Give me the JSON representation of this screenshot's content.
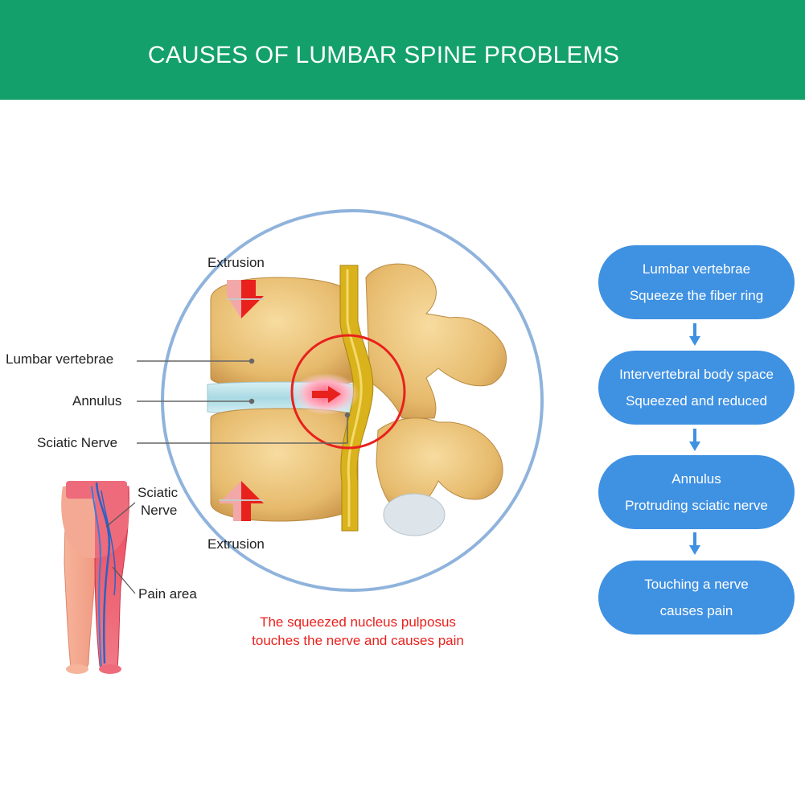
{
  "header": {
    "title": "CAUSES OF LUMBAR SPINE PROBLEMS"
  },
  "labels": {
    "extrusion_top": "Extrusion",
    "extrusion_bottom": "Extrusion",
    "lumbar_vertebrae": "Lumbar vertebrae",
    "annulus": "Annulus",
    "sciatic_nerve": "Sciatic Nerve",
    "body_sciatic_line1": "Sciatic",
    "body_sciatic_line2": "Nerve",
    "pain_area": "Pain area"
  },
  "caption": {
    "line1": "The squeezed nucleus pulposus",
    "line2": "touches the nerve and causes pain"
  },
  "flow": [
    {
      "line1": "Lumbar vertebrae",
      "line2": "Squeeze the fiber ring"
    },
    {
      "line1": "Intervertebral body space",
      "line2": "Squeezed and reduced"
    },
    {
      "line1": "Annulus",
      "line2": "Protruding sciatic nerve"
    },
    {
      "line1": "Touching a nerve",
      "line2": "causes pain"
    }
  ],
  "colors": {
    "header_bg": "#13a06a",
    "flow_box": "#3f91e2",
    "flow_arrow": "#3f91e2",
    "caption_red": "#e8211d",
    "bone": "#e8c17a",
    "disc": "#bfe3ea",
    "nerve": "#d9b21c",
    "circle_outline": "#8fb3dc"
  }
}
